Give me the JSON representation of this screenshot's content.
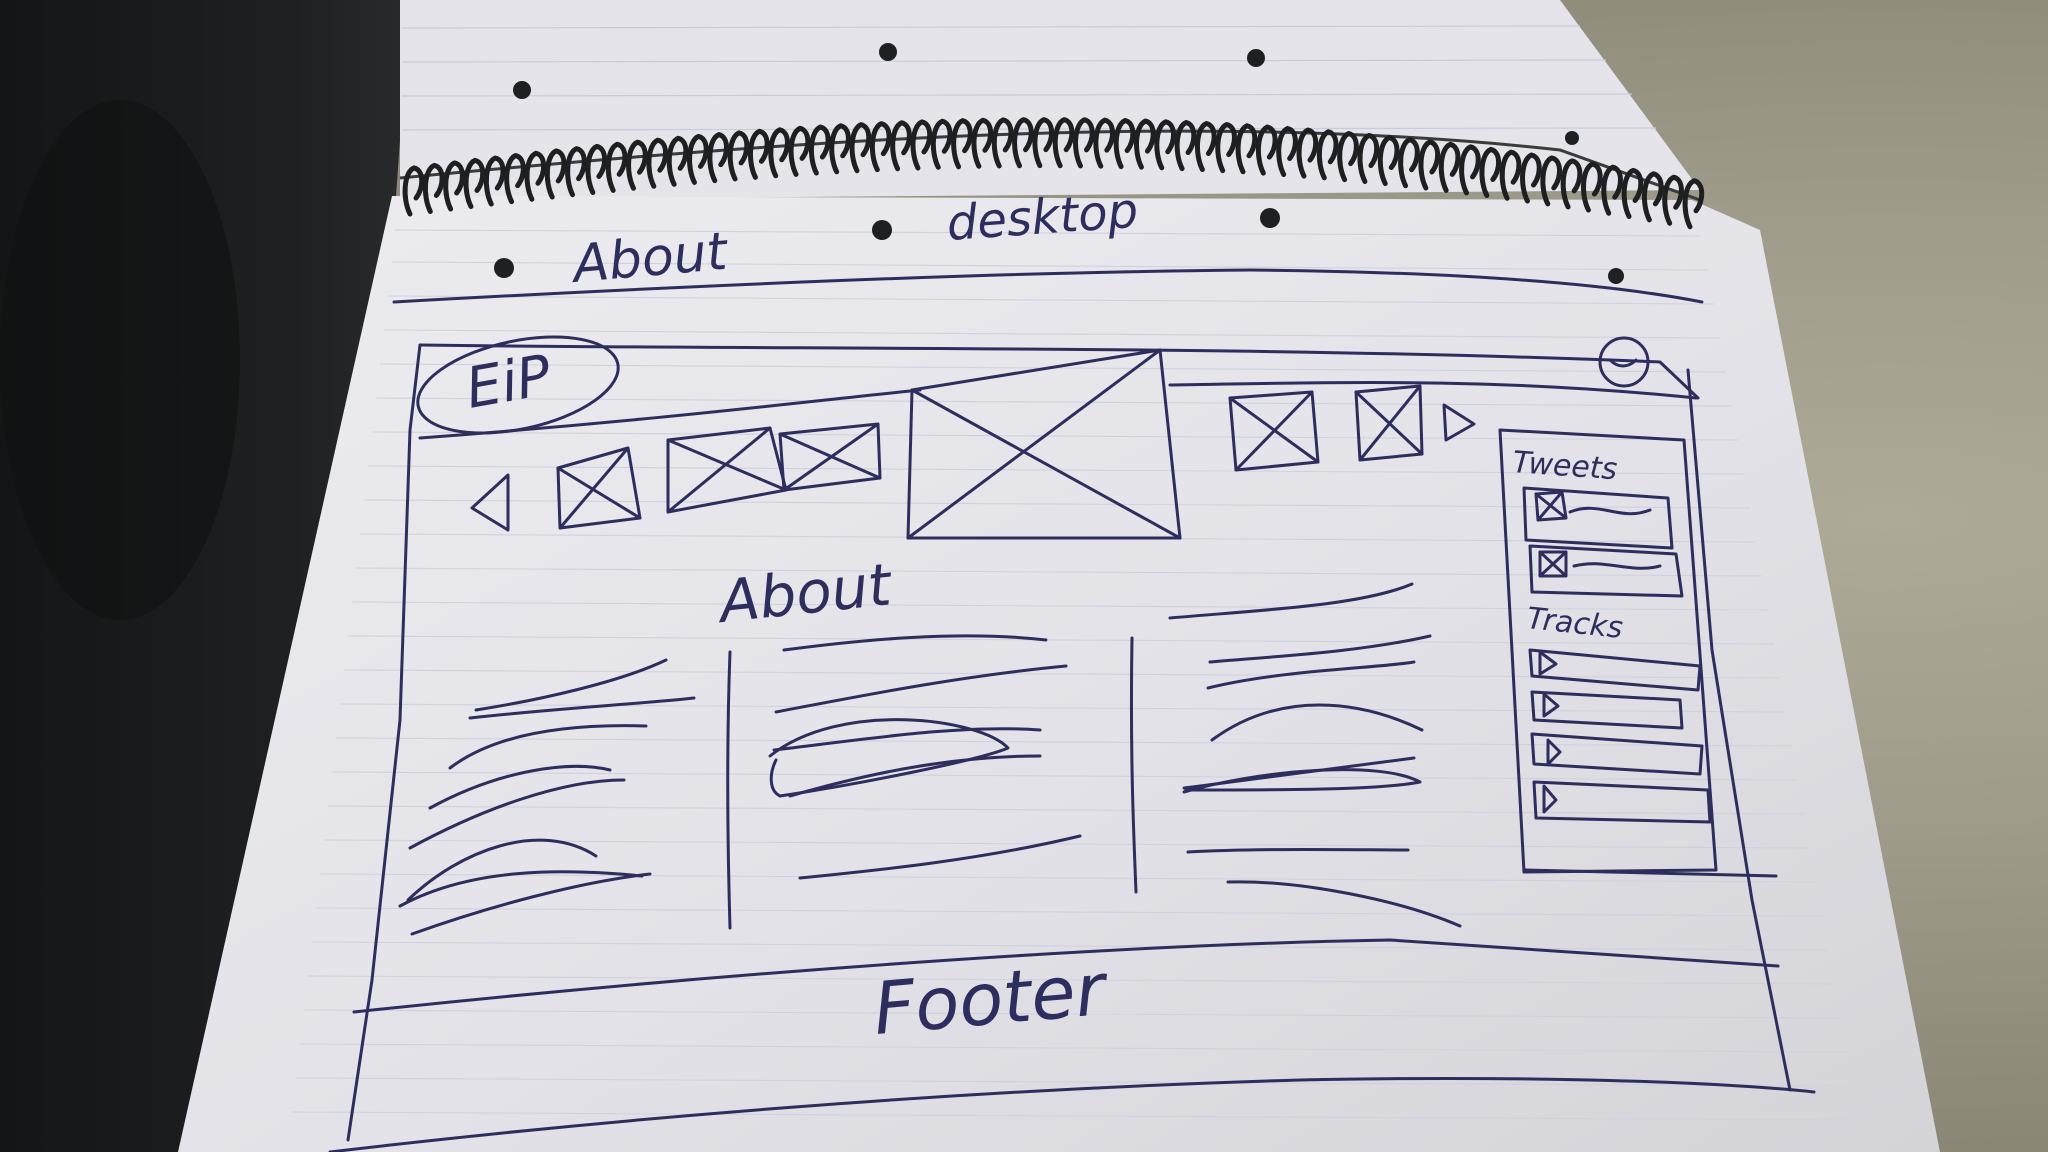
{
  "page_header": {
    "title": "About",
    "device": "desktop"
  },
  "wireframe": {
    "logo_text": "EiP",
    "section_heading": "About",
    "sidebar": {
      "tweets_heading": "Tweets",
      "tracks_heading": "Tracks"
    },
    "footer_label": "Footer"
  }
}
